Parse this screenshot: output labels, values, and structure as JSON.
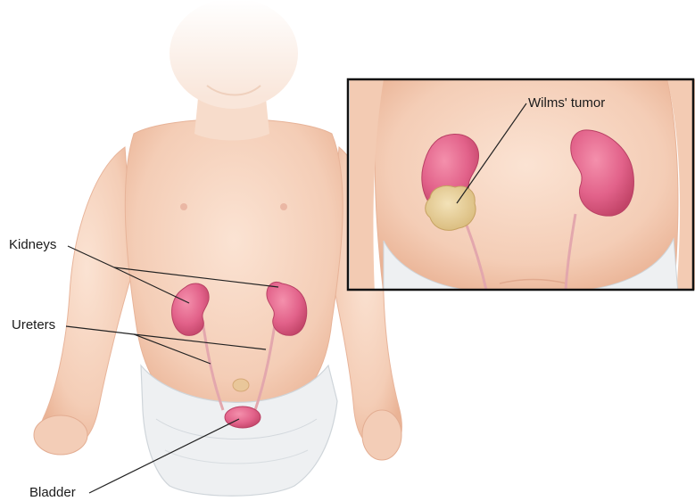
{
  "labels": {
    "kidneys": "Kidneys",
    "ureters": "Ureters",
    "bladder": "Bladder",
    "wilms_tumor": "Wilms' tumor"
  },
  "colors": {
    "skin": "#f6d5c0",
    "skin_shadow": "#ecb79d",
    "kidney": "#e56a8a",
    "kidney_dark": "#c9476b",
    "tumor": "#e7cf9a",
    "diaper": "#eef0f2",
    "inset_border": "#111111",
    "leader_line": "#222222"
  }
}
